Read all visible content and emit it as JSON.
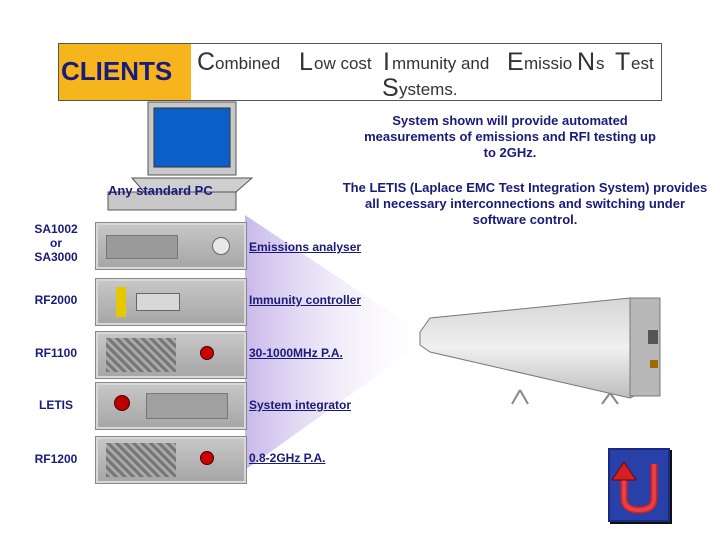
{
  "header": {
    "clients": "CLIENTS",
    "title_parts": [
      {
        "initial": "C",
        "rest": "ombined"
      },
      {
        "initial": "L",
        "rest": "ow cost"
      },
      {
        "initial": "I",
        "rest": "mmunity and"
      },
      {
        "initial": "E",
        "rest": "missio"
      },
      {
        "initial": "N",
        "rest": "s"
      },
      {
        "initial": "T",
        "rest": "est"
      },
      {
        "initial": "S",
        "rest": "ystems."
      }
    ]
  },
  "descriptions": {
    "automated": "System shown will provide automated measurements of emissions and RFI testing up to 2GHz.",
    "letis": "The LETIS (Laplace EMC Test Integration System) provides all necessary interconnections and switching under software control."
  },
  "pc": {
    "label": "Any standard PC"
  },
  "racks": [
    {
      "model": [
        "SA1002",
        "or",
        "SA3000"
      ],
      "description": "Emissions analyser"
    },
    {
      "model": [
        "RF2000"
      ],
      "description": "Immunity controller"
    },
    {
      "model": [
        "RF1100"
      ],
      "description": "30-1000MHz  P.A."
    },
    {
      "model": [
        "LETIS"
      ],
      "description": "System integrator"
    },
    {
      "model": [
        "RF1200"
      ],
      "description": "0.8-2GHz  P.A."
    }
  ],
  "colors": {
    "label_text": "#1a1a7a",
    "clients_background": "#f7b51d",
    "beam": "#c9b8ea",
    "home_button": "#2840a8",
    "rack_panel": "#b4b4b4"
  },
  "icons": {
    "home_button": "u-turn-arrow-icon"
  }
}
